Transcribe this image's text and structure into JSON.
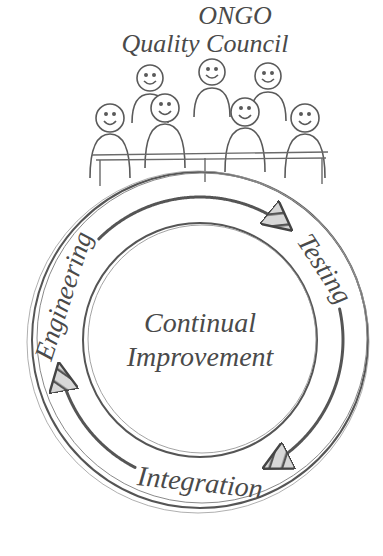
{
  "diagram": {
    "title": "ONGO Quality Council",
    "nodes": [
      {
        "text": [
          "Engineering"
        ]
      },
      {
        "text": [
          "Testing"
        ]
      },
      {
        "text": [
          "Continual Improvement"
        ]
      },
      {
        "text": [
          "Integration"
        ]
      }
    ],
    "edges": [
      {
        "from": 0,
        "to": 1,
        "arrow": "to"
      },
      {
        "from": 1,
        "to": 3,
        "arrow": "to"
      },
      {
        "from": 3,
        "to": 0,
        "arrow": "to"
      }
    ]
  }
}
